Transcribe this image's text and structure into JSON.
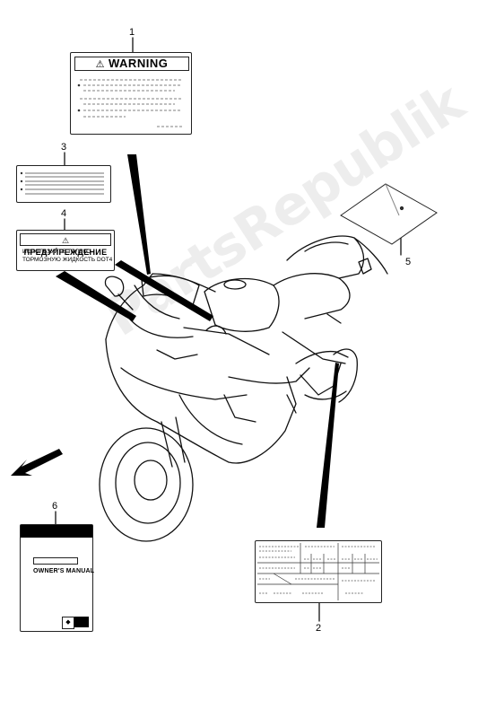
{
  "callouts": {
    "n1": "1",
    "n2": "2",
    "n3": "3",
    "n4": "4",
    "n5": "5",
    "n6": "6"
  },
  "label_1": {
    "title": "WARNING",
    "icon": "warning-triangle-icon"
  },
  "label_4": {
    "title": "ПРЕДУПРЕЖДЕНИЕ",
    "line1": "ИСПОЛЬЗУЙТЕ ТОЛЬКО",
    "line2": "ТОРМОЗНУЮ ЖИДКОСТЬ DOT4",
    "icon": "warning-triangle-icon"
  },
  "label_6": {
    "title": "OWNER'S MANUAL"
  },
  "watermark": "PartsRepublik",
  "direction_arrow": "front-direction-arrow-icon"
}
